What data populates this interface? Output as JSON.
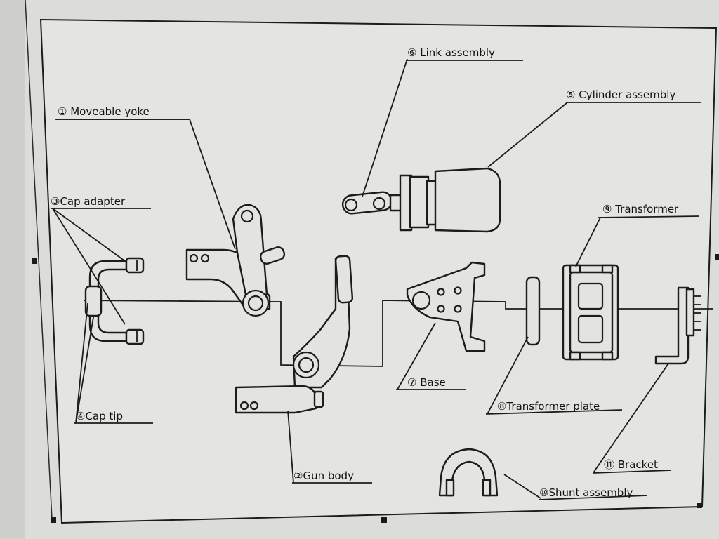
{
  "labels": {
    "moveable_yoke": "① Moveable yoke",
    "gun_body": "②Gun body",
    "cap_adapter": "③Cap adapter",
    "cap_tip": "④Cap tip",
    "cylinder_assembly": "⑤ Cylinder assembly",
    "link_assembly": "⑥ Link assembly",
    "base": "⑦ Base",
    "transformer_plate": "⑧Transformer plate",
    "transformer": "⑨ Transformer",
    "shunt_assembly": "⑩Shunt assembly",
    "bracket": "⑪ Bracket"
  },
  "colors": {
    "paper": "#e3e3e0",
    "ink": "#1c1c1c",
    "background": "#cfcfcd"
  }
}
